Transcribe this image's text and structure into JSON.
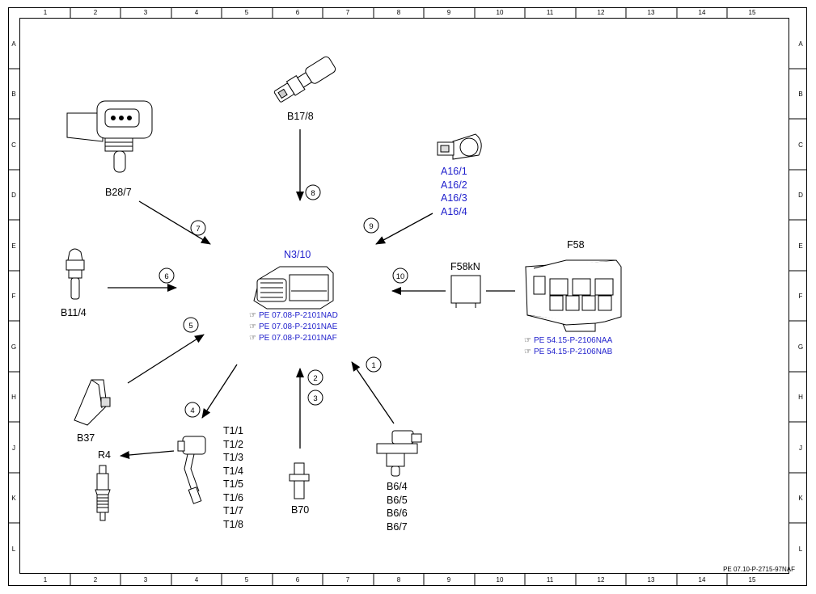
{
  "grid": {
    "columns": [
      "1",
      "2",
      "3",
      "4",
      "5",
      "6",
      "7",
      "8",
      "9",
      "10",
      "11",
      "12",
      "13",
      "14",
      "15"
    ],
    "rows": [
      "A",
      "B",
      "C",
      "D",
      "E",
      "F",
      "G",
      "H",
      "J",
      "K",
      "L"
    ]
  },
  "control_unit": {
    "label": "N3/10",
    "refs": [
      "PE 07.08-P-2101NAD",
      "PE 07.08-P-2101NAE",
      "PE 07.08-P-2101NAF"
    ]
  },
  "fuse_box": {
    "label": "F58",
    "refs": [
      "PE 54.15-P-2106NAA",
      "PE 54.15-P-2106NAB"
    ]
  },
  "relay": {
    "label": "F58kN"
  },
  "components": {
    "b17_8": "B17/8",
    "b28_7": "B28/7",
    "b11_4": "B11/4",
    "b37": "B37",
    "r4": "R4",
    "b70": "B70",
    "a16": [
      "A16/1",
      "A16/2",
      "A16/3",
      "A16/4"
    ],
    "t1": [
      "T1/1",
      "T1/2",
      "T1/3",
      "T1/4",
      "T1/5",
      "T1/6",
      "T1/7",
      "T1/8"
    ],
    "b6": [
      "B6/4",
      "B6/5",
      "B6/6",
      "B6/7"
    ]
  },
  "callouts": [
    "1",
    "2",
    "3",
    "4",
    "5",
    "6",
    "7",
    "8",
    "9",
    "10"
  ],
  "footer": "PE 07.10-P-2715-97NAF"
}
